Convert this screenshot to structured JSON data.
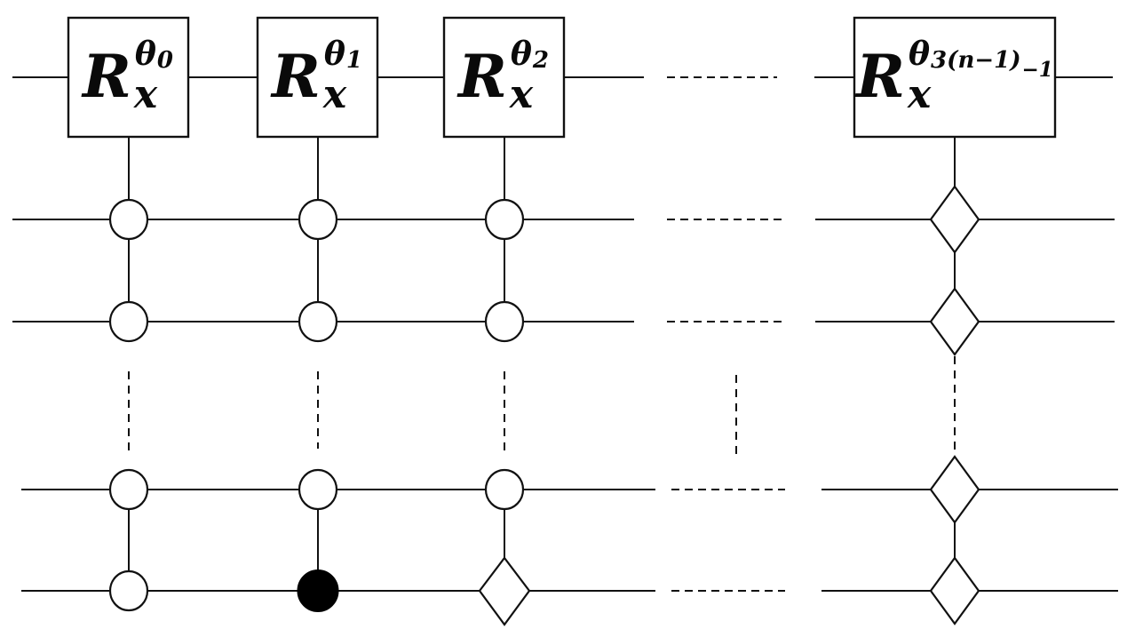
{
  "figure": {
    "type": "quantum-circuit-diagram",
    "background": "#ffffff",
    "line_color": "#111111",
    "node_fill": "#ffffff",
    "filled_node_color": "#000000"
  },
  "gates": [
    {
      "base": "R",
      "sub": "x",
      "sup": "θ",
      "index": "0",
      "index_tail": ""
    },
    {
      "base": "R",
      "sub": "x",
      "sup": "θ",
      "index": "1",
      "index_tail": ""
    },
    {
      "base": "R",
      "sub": "x",
      "sup": "θ",
      "index": "2",
      "index_tail": ""
    },
    {
      "base": "R",
      "sub": "x",
      "sup": "θ",
      "index": "3(n−1)",
      "index_tail": "−1"
    }
  ],
  "circuit": {
    "wire_count": 5,
    "top_wire_gates": [
      "Rx^θ0",
      "Rx^θ1",
      "Rx^θ2",
      "Rx^θ3(n−1)−1"
    ],
    "node_grid": {
      "columns": [
        "col-1",
        "col-2",
        "col-3",
        "col-last"
      ],
      "wire-2": [
        "open-circle",
        "open-circle",
        "open-circle",
        "diamond"
      ],
      "wire-3": [
        "open-circle",
        "open-circle",
        "open-circle",
        "diamond"
      ],
      "wire-4": [
        "open-circle",
        "open-circle",
        "open-circle",
        "diamond"
      ],
      "wire-5": [
        "open-circle",
        "filled-circle",
        "diamond",
        "diamond"
      ]
    },
    "ellipsis": {
      "horizontal": "dashed wire segments between col-3 and col-last on all 5 wires",
      "vertical": "dashed connector segments between wire-3 and wire-4 in every column"
    }
  }
}
